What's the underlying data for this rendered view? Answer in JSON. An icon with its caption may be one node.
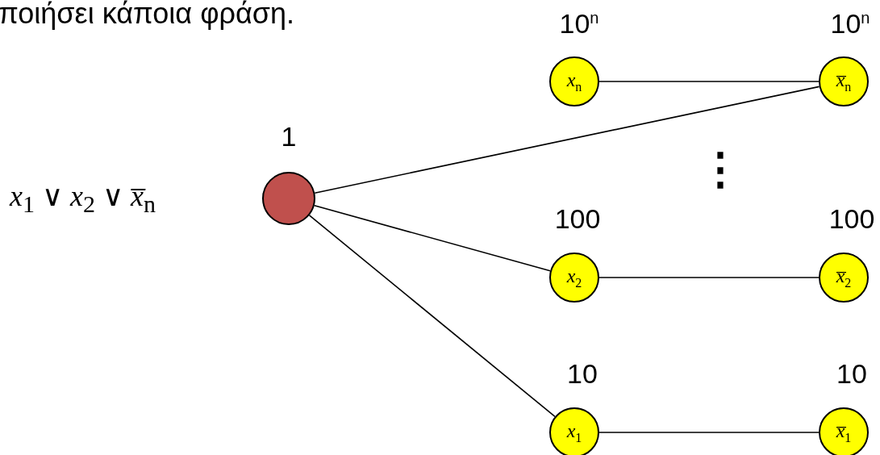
{
  "diagram": {
    "nodes": [
      {
        "text": [],
        "shape": "circle",
        "beside": [
          "1"
        ]
      },
      {
        "text": [
          "*x*$_{n}$"
        ],
        "beside": [
          "10$^{n}$"
        ]
      },
      {
        "text": [
          "*x̅*$_{n}$"
        ],
        "beside": [
          "10$^{n}$"
        ]
      },
      {
        "text": [
          "*x*$_{2}$"
        ],
        "beside": [
          "100"
        ]
      },
      {
        "text": [
          "*x̅*$_{2}$"
        ],
        "beside": [
          "100"
        ]
      },
      {
        "text": [
          "*x*$_{1}$"
        ],
        "beside": [
          "10"
        ]
      },
      {
        "text": [
          "*x̅*$_{1}$"
        ],
        "beside": [
          "10"
        ]
      }
    ],
    "edges": [
      {
        "from": 0,
        "to": 2,
        "arrow": "none"
      },
      {
        "from": 0,
        "to": 3,
        "arrow": "none"
      },
      {
        "from": 0,
        "to": 5,
        "arrow": "none"
      },
      {
        "from": 1,
        "to": 2,
        "arrow": "none"
      },
      {
        "from": 3,
        "to": 4,
        "arrow": "none"
      },
      {
        "from": 5,
        "to": 6,
        "arrow": "none"
      }
    ],
    "labels": [
      "ποιήσει κάποια φράση.",
      "*x*$_{1}$ ∨ *x*$_{2}$ ∨ *x̅*$_{n}$",
      "⋮"
    ]
  }
}
